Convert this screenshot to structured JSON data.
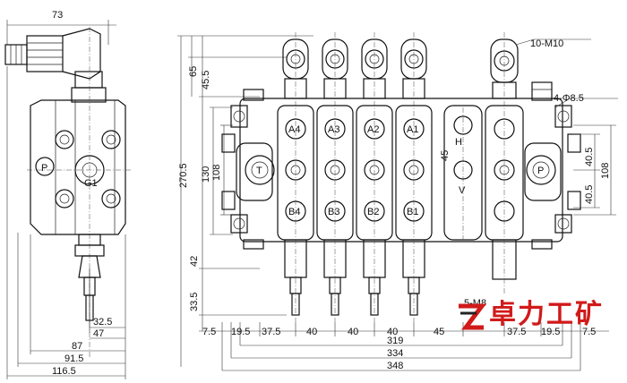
{
  "side_view": {
    "top_dim": "73",
    "port_label": "P",
    "port_g1": "G1",
    "dims_bottom": [
      "32.5",
      "47",
      "87",
      "91.5",
      "116.5"
    ]
  },
  "front_view": {
    "left_dims": [
      "65",
      "45.5",
      "270.5",
      "130",
      "108",
      "42",
      "33.5"
    ],
    "top_right_labels": [
      "10-M10",
      "4-Φ8.5"
    ],
    "right_dims": [
      "40.5",
      "40.5",
      "108"
    ],
    "port_labels_top": [
      "A4",
      "A3",
      "A2",
      "A1"
    ],
    "port_labels_bottom": [
      "B4",
      "B3",
      "B2",
      "B1"
    ],
    "center_labels": [
      "H",
      "V",
      "T",
      "P"
    ],
    "inner_dim": "45",
    "screw_label": "5-M8",
    "bottom_row_dims": [
      "7.5",
      "19.5",
      "37.5",
      "40",
      "40",
      "40",
      "45",
      "37.5",
      "19.5",
      "7.5"
    ],
    "overall_dims": [
      "319",
      "334",
      "348"
    ]
  },
  "logo": {
    "text": "卓力工矿",
    "colors": {
      "brand": "#d11a1a"
    }
  }
}
